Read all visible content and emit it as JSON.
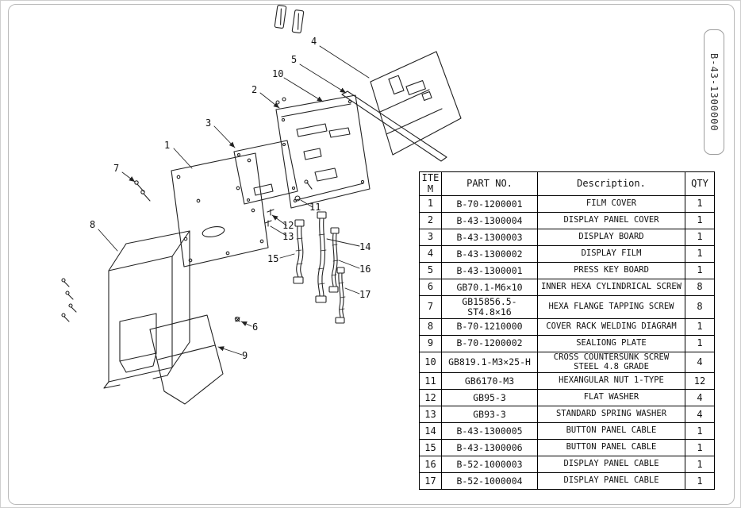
{
  "doc": {
    "number": "B-43-1300000"
  },
  "table": {
    "headers": {
      "item": "ITEM",
      "part": "PART NO.",
      "desc": "Description.",
      "qty": "QTY"
    },
    "rows": [
      {
        "item": "1",
        "part": "B-70-1200001",
        "desc": "FILM COVER",
        "qty": "1"
      },
      {
        "item": "2",
        "part": "B-43-1300004",
        "desc": "DISPLAY PANEL COVER",
        "qty": "1"
      },
      {
        "item": "3",
        "part": "B-43-1300003",
        "desc": "DISPLAY BOARD",
        "qty": "1"
      },
      {
        "item": "4",
        "part": "B-43-1300002",
        "desc": "DISPLAY FILM",
        "qty": "1"
      },
      {
        "item": "5",
        "part": "B-43-1300001",
        "desc": "PRESS KEY BOARD",
        "qty": "1"
      },
      {
        "item": "6",
        "part": "GB70.1-M6×10",
        "desc": "INNER HEXA CYLINDRICAL SCREW",
        "qty": "8"
      },
      {
        "item": "7",
        "part": "GB15856.5-ST4.8×16",
        "desc": "HEXA FLANGE TAPPING SCREW",
        "qty": "8"
      },
      {
        "item": "8",
        "part": "B-70-1210000",
        "desc": "COVER RACK WELDING DIAGRAM",
        "qty": "1"
      },
      {
        "item": "9",
        "part": "B-70-1200002",
        "desc": "SEALIONG PLATE",
        "qty": "1"
      },
      {
        "item": "10",
        "part": "GB819.1-M3×25-H",
        "desc": "CROSS COUNTERSUNK SCREW STEEL 4.8 GRADE",
        "qty": "4"
      },
      {
        "item": "11",
        "part": "GB6170-M3",
        "desc": "HEXANGULAR NUT 1-TYPE",
        "qty": "12"
      },
      {
        "item": "12",
        "part": "GB95-3",
        "desc": "FLAT WASHER",
        "qty": "4"
      },
      {
        "item": "13",
        "part": "GB93-3",
        "desc": "STANDARD SPRING WASHER",
        "qty": "4"
      },
      {
        "item": "14",
        "part": "B-43-1300005",
        "desc": "BUTTON PANEL CABLE",
        "qty": "1"
      },
      {
        "item": "15",
        "part": "B-43-1300006",
        "desc": "BUTTON PANEL CABLE",
        "qty": "1"
      },
      {
        "item": "16",
        "part": "B-52-1000003",
        "desc": "DISPLAY PANEL CABLE",
        "qty": "1"
      },
      {
        "item": "17",
        "part": "B-52-1000004",
        "desc": "DISPLAY PANEL CABLE",
        "qty": "1"
      }
    ]
  },
  "callouts": [
    "1",
    "2",
    "3",
    "4",
    "5",
    "6",
    "7",
    "8",
    "9",
    "10",
    "11",
    "12",
    "13",
    "14",
    "15",
    "16",
    "17"
  ]
}
